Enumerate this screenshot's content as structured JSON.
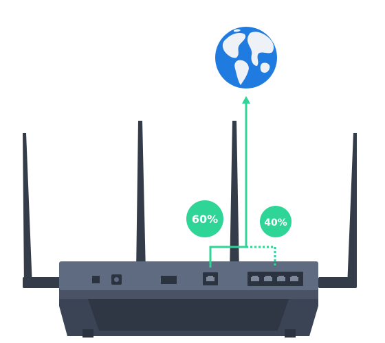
{
  "colors": {
    "router_body": "#3b4454",
    "router_top": "#5f6b80",
    "router_edge": "#2b3240",
    "antenna": "#343c49",
    "accent_green": "#2ed596",
    "globe_ocean": "#1f7be0",
    "globe_land": "#eef1f6"
  },
  "icons": {
    "globe": "globe-icon",
    "lan_port": "ethernet-port-icon",
    "wan_port": "ethernet-port-icon"
  },
  "badges": {
    "primary": {
      "label": "60%",
      "value": 60
    },
    "secondary": {
      "label": "40%",
      "value": 40
    }
  }
}
